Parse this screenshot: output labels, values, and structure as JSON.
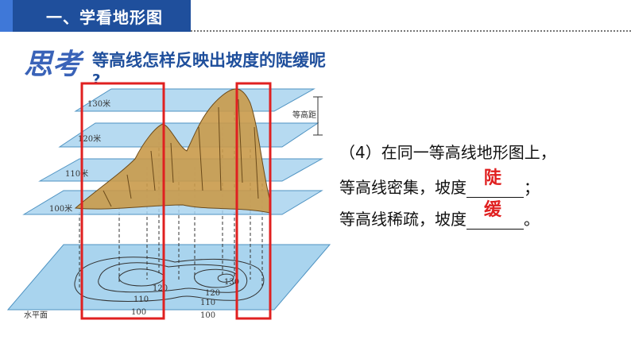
{
  "header": {
    "title": "一、学看地形图"
  },
  "section": {
    "thinking_label": "思考",
    "question": "等高线怎样反映出坡度的陡缓呢",
    "question_mark": "?"
  },
  "diagram": {
    "labels": {
      "plane_130": "130米",
      "plane_120": "120米",
      "plane_110": "110米",
      "plane_100": "100米",
      "interval": "等高距",
      "base": "水平面"
    },
    "contour_labels": [
      "120",
      "110",
      "100",
      "120",
      "110",
      "100",
      "130"
    ]
  },
  "answers": {
    "line1": "（4）在同一等高线地形图上，",
    "line2_prefix": "等高线密集，坡度",
    "line2_fill": "陡",
    "line2_suffix": "；",
    "line3_prefix": "等高线稀疏，坡度",
    "line3_fill": "缓",
    "line3_suffix": "。"
  },
  "colors": {
    "header_blue": "#1f4f9c",
    "plane_blue": "#a9d4ee",
    "highlight_red": "#e02020",
    "mountain": "#c99a4a"
  }
}
